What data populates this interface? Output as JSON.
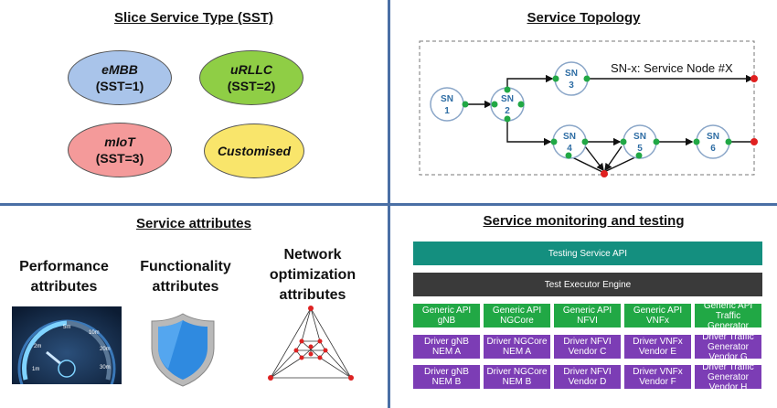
{
  "sst": {
    "title": "Slice Service Type (SST)",
    "ovals": [
      {
        "line1": "eMBB",
        "line2": "(SST=1)",
        "color": "#a9c4ea"
      },
      {
        "line1": "uRLLC",
        "line2": "(SST=2)",
        "color": "#8fce45"
      },
      {
        "line1": "mIoT",
        "line2": "(SST=3)",
        "color": "#f49a9a"
      },
      {
        "line1": "Customised",
        "line2": "",
        "color": "#f9e56b"
      }
    ]
  },
  "topology": {
    "title": "Service Topology",
    "legend": "SN-x: Service Node #X",
    "node_prefix": "SN",
    "nodes": [
      "1",
      "2",
      "3",
      "4",
      "5",
      "6"
    ],
    "node_color": "#2e6da4",
    "port_color": "#21a845",
    "endpoint_color": "#e02020"
  },
  "attributes": {
    "title": "Service attributes",
    "items": [
      {
        "line1": "Performance",
        "line2": "attributes",
        "line3": ""
      },
      {
        "line1": "Functionality",
        "line2": "attributes",
        "line3": ""
      },
      {
        "line1": "Network",
        "line2": "optimization",
        "line3": "attributes"
      }
    ],
    "speedometer_labels": [
      "1m",
      "2m",
      "5m",
      "10m",
      "20m",
      "30m"
    ]
  },
  "monitoring": {
    "title": "Service monitoring and testing",
    "api_bar": "Testing Service API",
    "engine_bar": "Test Executor Engine",
    "generic_row": [
      "Generic API gNB",
      "Generic API NGCore",
      "Generic API NFVI",
      "Generic API VNFx",
      "Generic API Traffic Generator"
    ],
    "driver_row_a": [
      "Driver gNB NEM A",
      "Driver NGCore NEM A",
      "Driver NFVI Vendor C",
      "Driver VNFx Vendor E",
      "Driver Traffic Generator Vendor G"
    ],
    "driver_row_b": [
      "Driver gNB NEM B",
      "Driver NGCore NEM B",
      "Driver NFVI Vendor D",
      "Driver VNFx Vendor F",
      "Driver Traffic Generator Vendor H"
    ],
    "api_color": "#148f7f",
    "engine_color": "#3a3a3a"
  }
}
